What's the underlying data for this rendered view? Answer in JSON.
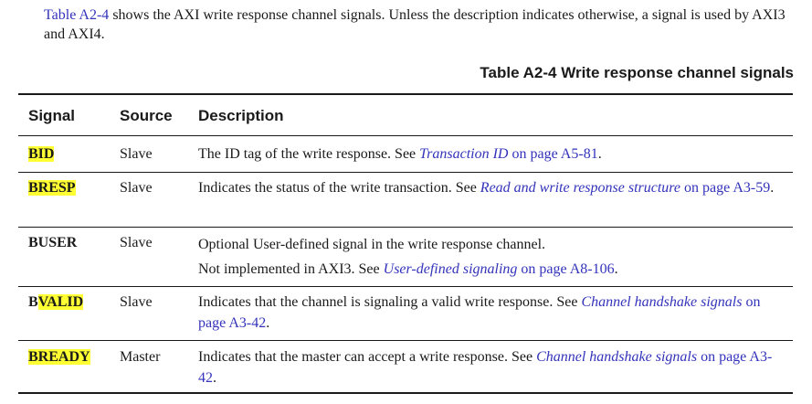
{
  "intro": {
    "link": "Table A2-4",
    "text": " shows the AXI write response channel signals. Unless the description indicates otherwise, a signal is used by AXI3 and AXI4."
  },
  "table": {
    "title": "Table A2-4 Write response channel signals",
    "headers": {
      "signal": "Signal",
      "source": "Source",
      "description": "Description"
    },
    "rows": [
      {
        "signal": "BID",
        "source": "Slave",
        "desc_text": "The ID tag of the write response. See ",
        "desc_link": "Transaction ID",
        "desc_page": " on page A5-81",
        "desc_end": "."
      },
      {
        "signal": "BRESP",
        "source": "Slave",
        "desc_text": "Indicates the status of the write transaction. See ",
        "desc_link": "Read and write response structure",
        "desc_page": " on page A3-59",
        "desc_end": "."
      },
      {
        "signal": "BUSER",
        "source": "Slave",
        "desc_line1": "Optional User-defined signal in the write response channel.",
        "desc_text": "Not implemented in AXI3. See ",
        "desc_link": "User-defined signaling",
        "desc_page": " on page A8-106",
        "desc_end": "."
      },
      {
        "signal_plain": "B",
        "signal_highlight": "VALID",
        "source": "Slave",
        "desc_text": "Indicates that the channel is signaling a valid write response. See ",
        "desc_link": "Channel handshake signals",
        "desc_page": " on page A3-42",
        "desc_end": "."
      },
      {
        "signal": "BREADY",
        "source": "Master",
        "desc_text": "Indicates that the master can accept a write response. See ",
        "desc_link": "Channel handshake signals",
        "desc_page": " on page A3-42",
        "desc_end": "."
      }
    ]
  }
}
